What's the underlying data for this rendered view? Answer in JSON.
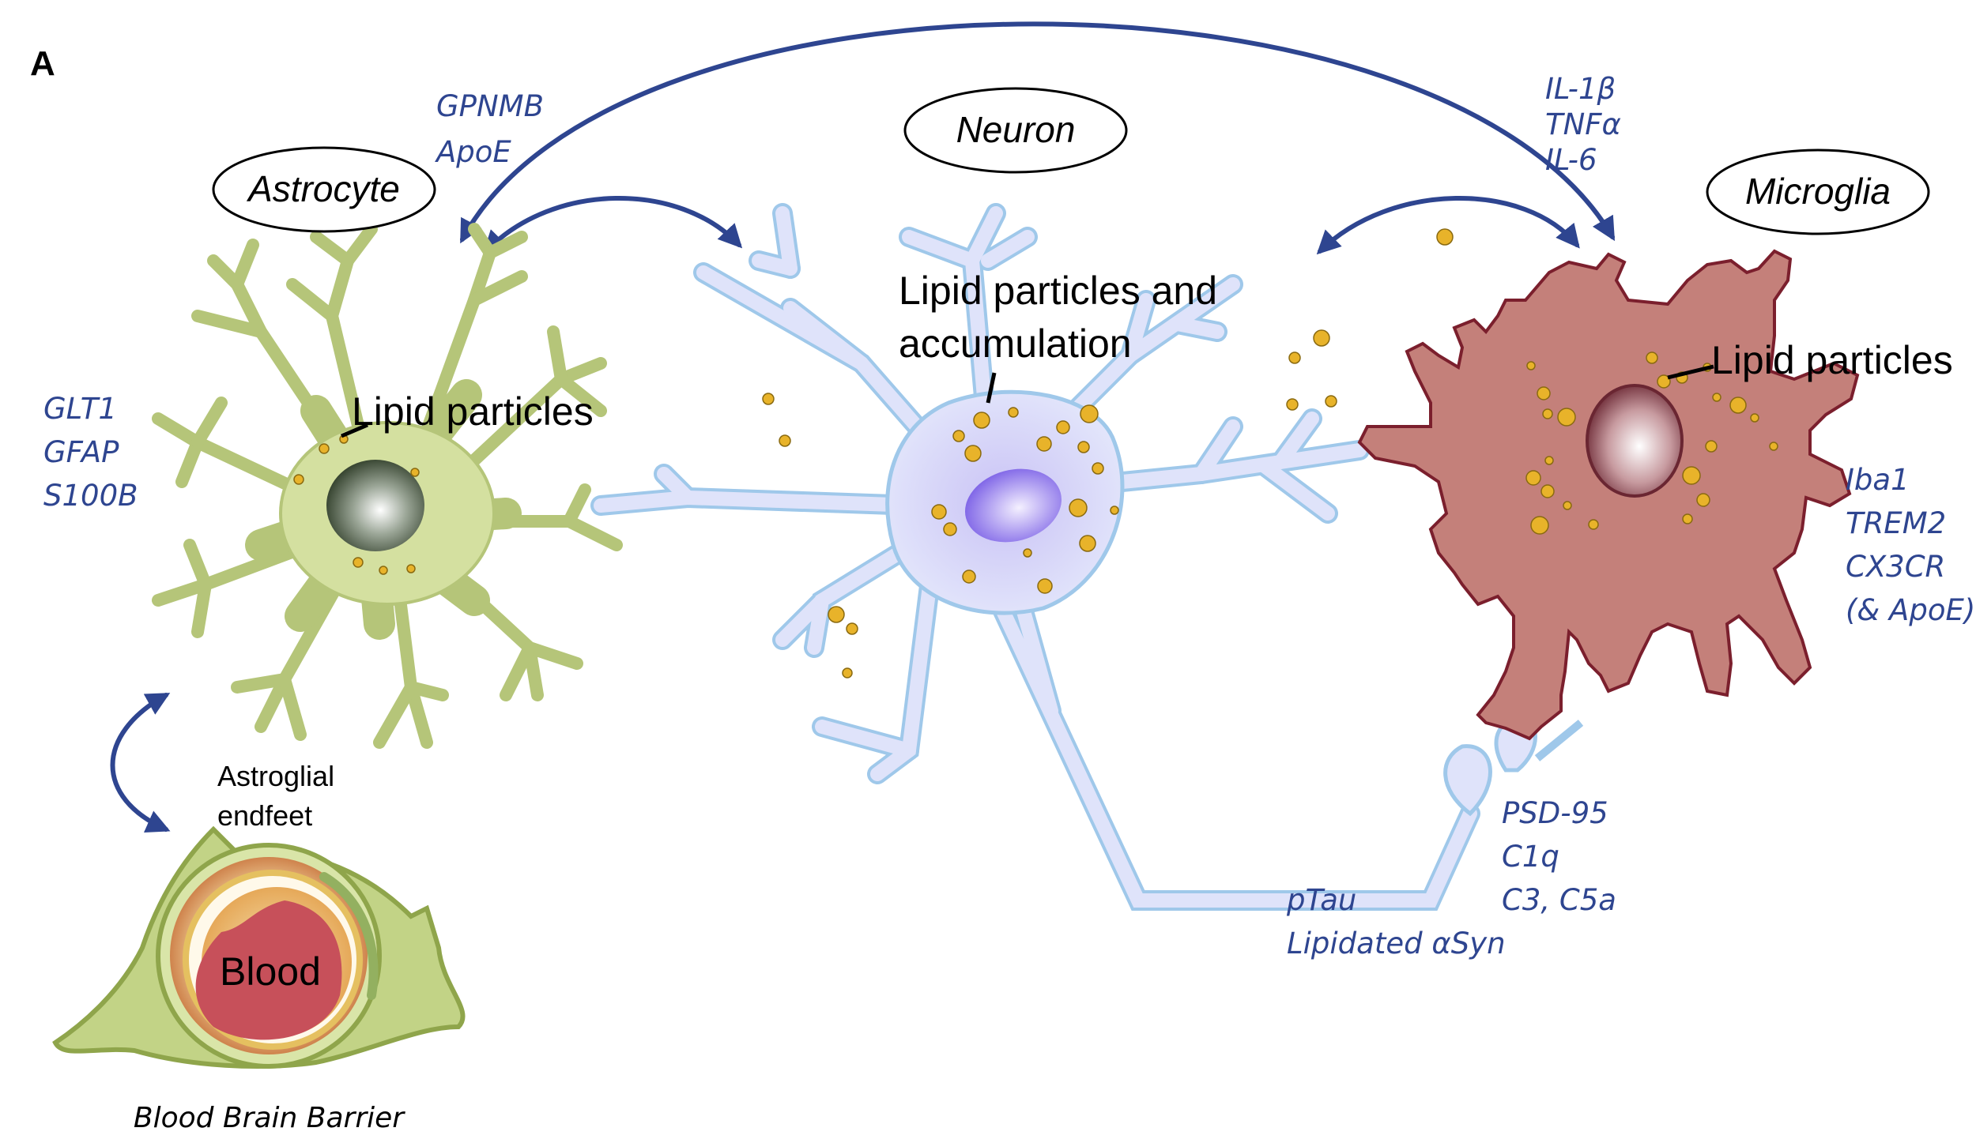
{
  "figure": {
    "panel_label": "A"
  },
  "cells": {
    "astrocyte": {
      "name": "Astrocyte",
      "lipid_label": "Lipid particles",
      "markers": [
        "GLT1",
        "GFAP",
        "S100B"
      ],
      "secreted": [
        "GPNMB",
        "ApoE"
      ],
      "color": "#d4e0a0"
    },
    "neuron": {
      "name": "Neuron",
      "lipid_label_lines": [
        "Lipid particles and",
        "accumulation"
      ],
      "synapse_markers": [
        "pTau",
        "Lipidated αSyn"
      ],
      "color": "#dfe3fa"
    },
    "microglia": {
      "name": "Microglia",
      "lipid_label": "Lipid particles",
      "cytokines": [
        "IL-1β",
        "TNFα",
        "IL-6"
      ],
      "markers": [
        "Iba1",
        "TREM2",
        "CX3CR",
        "(& ApoE)"
      ],
      "synapse_markers": [
        "PSD-95",
        "C1q",
        "C3, C5a"
      ],
      "color": "#c4807a"
    }
  },
  "bbb": {
    "endfeet_lines": [
      "Astroglial",
      "endfeet"
    ],
    "blood_label": "Blood",
    "caption": "Blood Brain Barrier"
  },
  "colors": {
    "arrow": "#2e4590",
    "label_text": "#2e4590",
    "lipid": "#e8b32a"
  }
}
